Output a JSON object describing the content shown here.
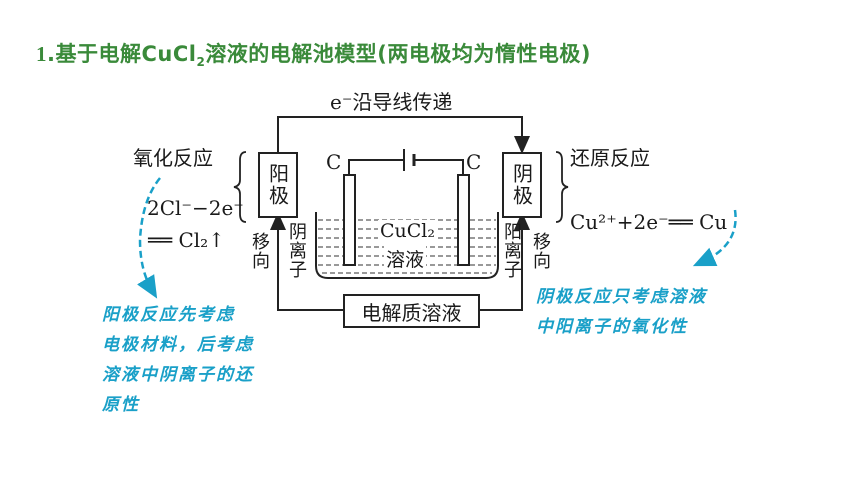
{
  "title": {
    "number": "1",
    "text_before": ".基于电解CuCl",
    "subscript": "2",
    "text_after": "溶液的电解池模型(两电极均为惰性电极)"
  },
  "diagram": {
    "top_wire_label": "e⁻沿导线传递",
    "anode_box": "阳极",
    "cathode_box": "阴极",
    "left_reaction_title": "氧化反应",
    "left_equation_line1": "2Cl⁻−2e⁻",
    "left_equation_line2": "══ Cl₂↑",
    "right_reaction_title": "还原反应",
    "right_equation": "Cu²⁺+2e⁻══ Cu",
    "electrode_left": "C",
    "electrode_right": "C",
    "solution_formula": "CuCl₂",
    "solution_name": "溶液",
    "left_migrate_1": "移向",
    "left_migrate_2": "阴离子",
    "right_migrate_1": "阳离子",
    "right_migrate_2": "移向",
    "electrolyte_box": "电解质溶液"
  },
  "notes": {
    "left": [
      "阳极反应先考虑",
      "电极材料，后考虑",
      "溶液中阴离子的还",
      "原性"
    ],
    "right": [
      "阴极反应只考虑溶液",
      "中阳离子的氧化性"
    ]
  },
  "colors": {
    "title": "#3a8a3a",
    "note": "#1aa0c8",
    "line": "#222222"
  }
}
